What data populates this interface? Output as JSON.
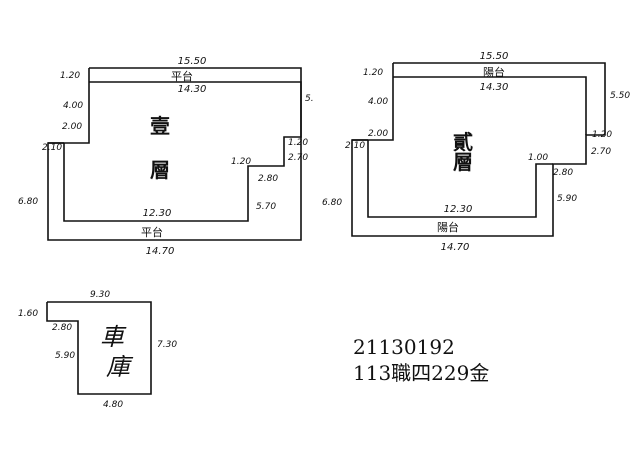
{
  "floor1": {
    "title_top": "壹",
    "title_bottom": "層",
    "top_balcony": "平台",
    "bottom_balcony": "平台",
    "dims": {
      "top_outer": "15.50",
      "top_inner": "14.30",
      "bottom_inner": "12.30",
      "bottom_outer": "14.70",
      "top_left_side": "1.20",
      "left_upper": "4.00",
      "step_left": "2.00",
      "step_left_small": "2.10",
      "left_outer": "6.80",
      "right_top": "5.",
      "right_step": "1.20",
      "right_mid": "2.70",
      "inner_step": "1.20",
      "inner_right": "2.80",
      "right_lower": "5.70"
    }
  },
  "floor2": {
    "title_top": "貳",
    "title_bottom": "層",
    "top_balcony": "陽台",
    "bottom_balcony": "陽台",
    "dims": {
      "top_outer": "15.50",
      "top_inner": "14.30",
      "bottom_inner": "12.30",
      "bottom_outer": "14.70",
      "top_left_side": "1.20",
      "left_upper": "4.00",
      "step_left": "2.00",
      "step_left_small": "2.10",
      "left_outer": "6.80",
      "right_top": "5.50",
      "right_step": "1.20",
      "right_mid": "2.70",
      "inner_step": "1.00",
      "inner_right": "2.80",
      "right_lower": "5.90"
    }
  },
  "garage": {
    "label_top": "車",
    "label_bottom": "庫",
    "dims": {
      "top": "9.30",
      "left_top": "1.60",
      "inner_top": "2.80",
      "left_lower": "5.90",
      "right": "7.30",
      "bottom": "4.80"
    }
  },
  "case": {
    "number": "21130192",
    "reference": "113職四229金"
  }
}
